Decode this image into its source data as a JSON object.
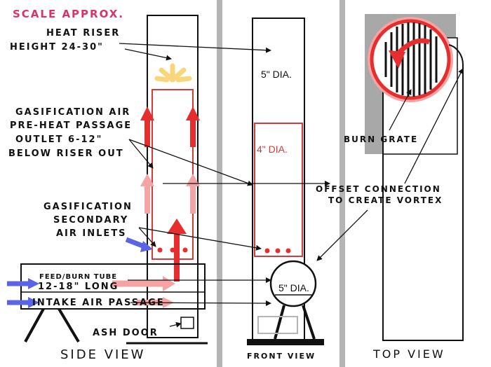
{
  "scale_note": "SCALE APPROX.",
  "labels": {
    "heat_riser": "HEAT RISER",
    "riser_height": "HEIGHT 24-30\"",
    "gasification_air": "GASIFICATION AIR",
    "preheat_passage": "PRE-HEAT PASSAGE",
    "outlet": "OUTLET 6-12\"",
    "below_riser": "BELOW RISER OUT",
    "secondary_1": "GASIFICATION",
    "secondary_2": "SECONDARY",
    "secondary_3": "AIR INLETS",
    "feed_tube": "FEED/BURN TUBE",
    "tube_length": "12-18\" LONG",
    "intake": "INTAKE AIR PASSAGE",
    "ash_door": "ASH DOOR",
    "offset_1": "OFFSET CONNECTION",
    "offset_2": "TO CREATE VORTEX",
    "burn_grate": "BURN GRATE"
  },
  "dimensions": {
    "riser_dia": "5\" DIA.",
    "inner_dia": "4\" DIA.",
    "tube_dia": "5\" DIA."
  },
  "views": {
    "side": "SIDE VIEW",
    "front": "FRONT VIEW",
    "top": "TOP VIEW"
  },
  "colors": {
    "scale_note": "#d9336b",
    "flame_red": "#e62e2e",
    "flame_pink": "#f5a3a3",
    "heat_yellow": "#f7d77a",
    "cold_air": "#5b63e6",
    "inner_pipe": "#d63a3a",
    "panel_divider": "#b5b5b5",
    "top_bg": "#a8a8a8"
  }
}
